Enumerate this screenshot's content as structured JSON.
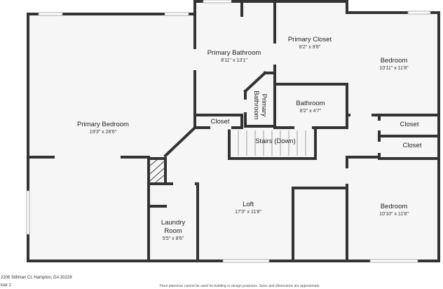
{
  "rooms": {
    "primary_bedroom": {
      "name": "Primary Bedroom",
      "dims": "19'3\" x 28'6\""
    },
    "primary_bathroom": {
      "name": "Primary Bathroom",
      "dims": "8'11\" x 13'1\""
    },
    "primary_closet": {
      "name": "Primary Closet",
      "dims": "8'2\" x 9'8\""
    },
    "bedroom_top": {
      "name": "Bedroom",
      "dims": "10'11\" x 11'8\""
    },
    "primary_bathroom_nook": {
      "line1": "Primary",
      "line2": "Bathroom"
    },
    "bathroom": {
      "name": "Bathroom",
      "dims": "8'2\" x 4'7\""
    },
    "closet_small": {
      "name": "Closet"
    },
    "closet_right_1": {
      "name": "Closet"
    },
    "closet_right_2": {
      "name": "Closet"
    },
    "stairs": {
      "name": "Stairs (Down)"
    },
    "loft": {
      "name": "Loft",
      "dims": "17'3\" x 11'8\""
    },
    "laundry": {
      "line1": "Laundry",
      "line2": "Room",
      "dims": "5'5\" x 8'6\""
    },
    "bedroom_bottom": {
      "name": "Bedroom",
      "dims": "10'10\" x 11'8\""
    }
  },
  "footer": {
    "address": "2206 Stillman Ct, Hampton, GA 30228",
    "floor": "loor 2",
    "disclaimer": "Floor plans/our cannot be used for building or design purposes. Sizes and dimensions are approximate."
  },
  "colors": {
    "wall": "#333333",
    "floor": "#f6f6f6",
    "window": "#ffffff"
  }
}
